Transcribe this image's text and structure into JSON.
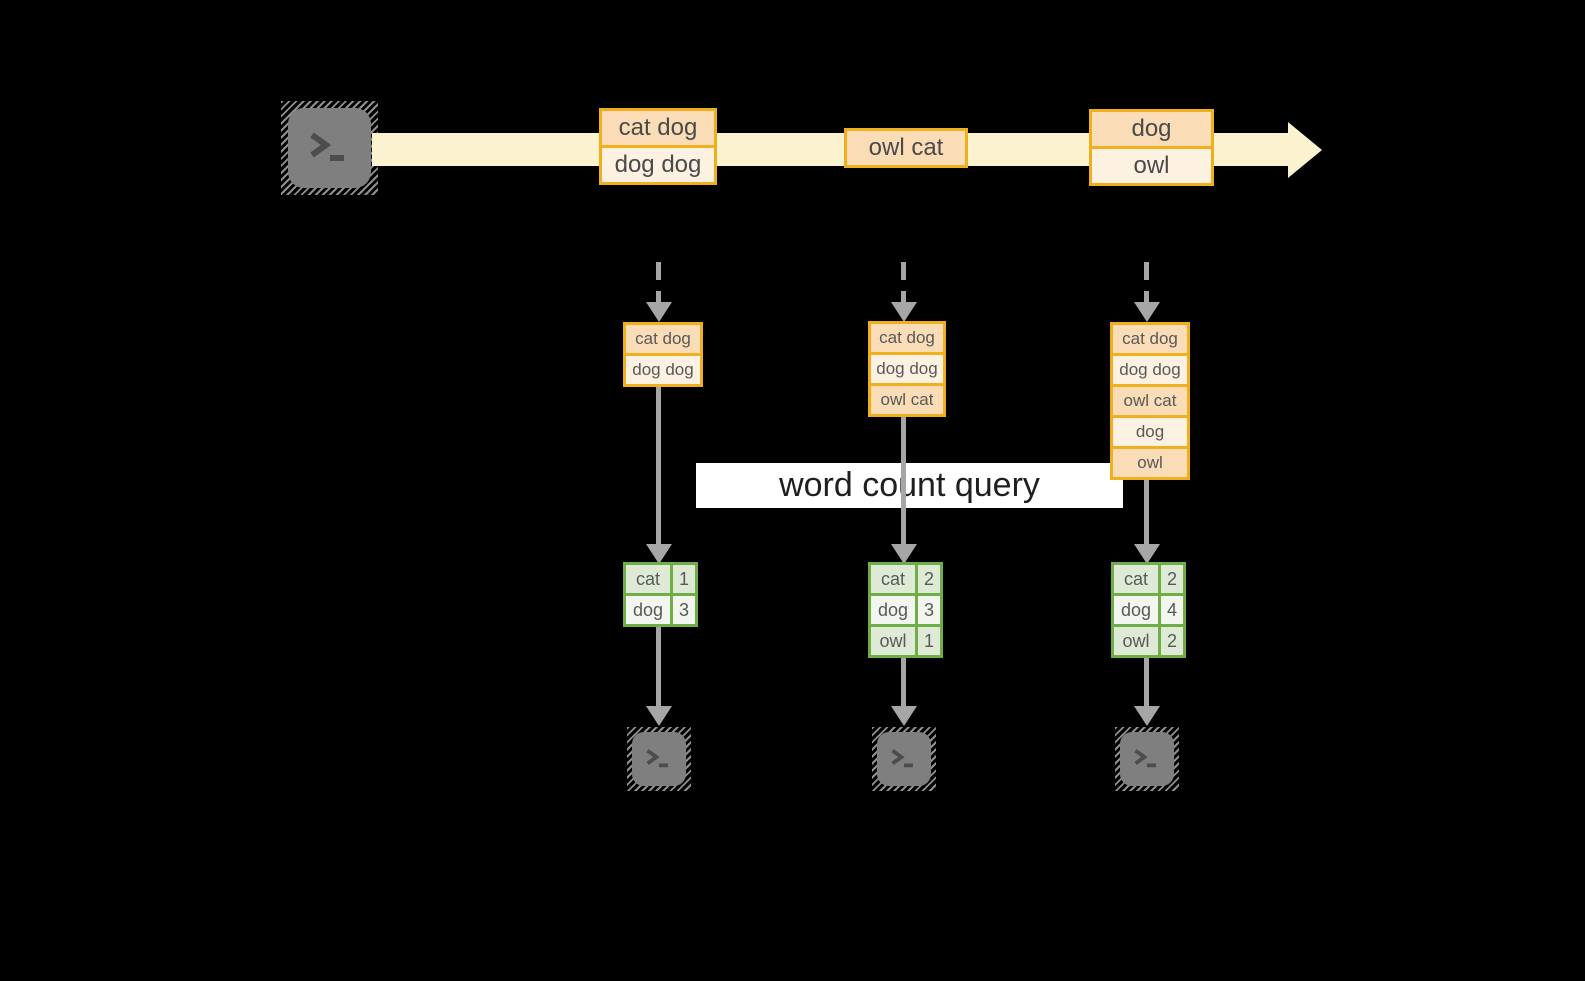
{
  "query_label": "word count query",
  "timeline": {
    "events": [
      {
        "lines": [
          "cat dog",
          "dog dog"
        ]
      },
      {
        "lines": [
          "owl cat"
        ]
      },
      {
        "lines": [
          "dog",
          "owl"
        ]
      }
    ]
  },
  "columns": [
    {
      "buffer": [
        "cat dog",
        "dog dog"
      ],
      "counts": [
        {
          "word": "cat",
          "count": "1"
        },
        {
          "word": "dog",
          "count": "3"
        }
      ]
    },
    {
      "buffer": [
        "cat dog",
        "dog dog",
        "owl cat"
      ],
      "counts": [
        {
          "word": "cat",
          "count": "2"
        },
        {
          "word": "dog",
          "count": "3"
        },
        {
          "word": "owl",
          "count": "1"
        }
      ]
    },
    {
      "buffer": [
        "cat dog",
        "dog dog",
        "owl cat",
        "dog",
        "owl"
      ],
      "counts": [
        {
          "word": "cat",
          "count": "2"
        },
        {
          "word": "dog",
          "count": "4"
        },
        {
          "word": "owl",
          "count": "2"
        }
      ]
    }
  ],
  "icons": {
    "terminal_prompt": ">_",
    "stream_arrowhead": "arrow-right",
    "flow_arrowhead": "arrow-down"
  },
  "colors": {
    "background": "#000000",
    "stream_band": "#FBF2CF",
    "event_border": "#F0B01E",
    "event_fill_primary": "#FADCB6",
    "event_fill_secondary": "#FDF1E2",
    "table_border": "#6FAD47",
    "table_fill_primary": "#DFEAD6",
    "table_fill_secondary": "#F2F6EF",
    "connector": "#A6A6A6",
    "terminal_fill": "#7F7F7F",
    "label_background": "#FFFFFF",
    "text": "#595959"
  }
}
